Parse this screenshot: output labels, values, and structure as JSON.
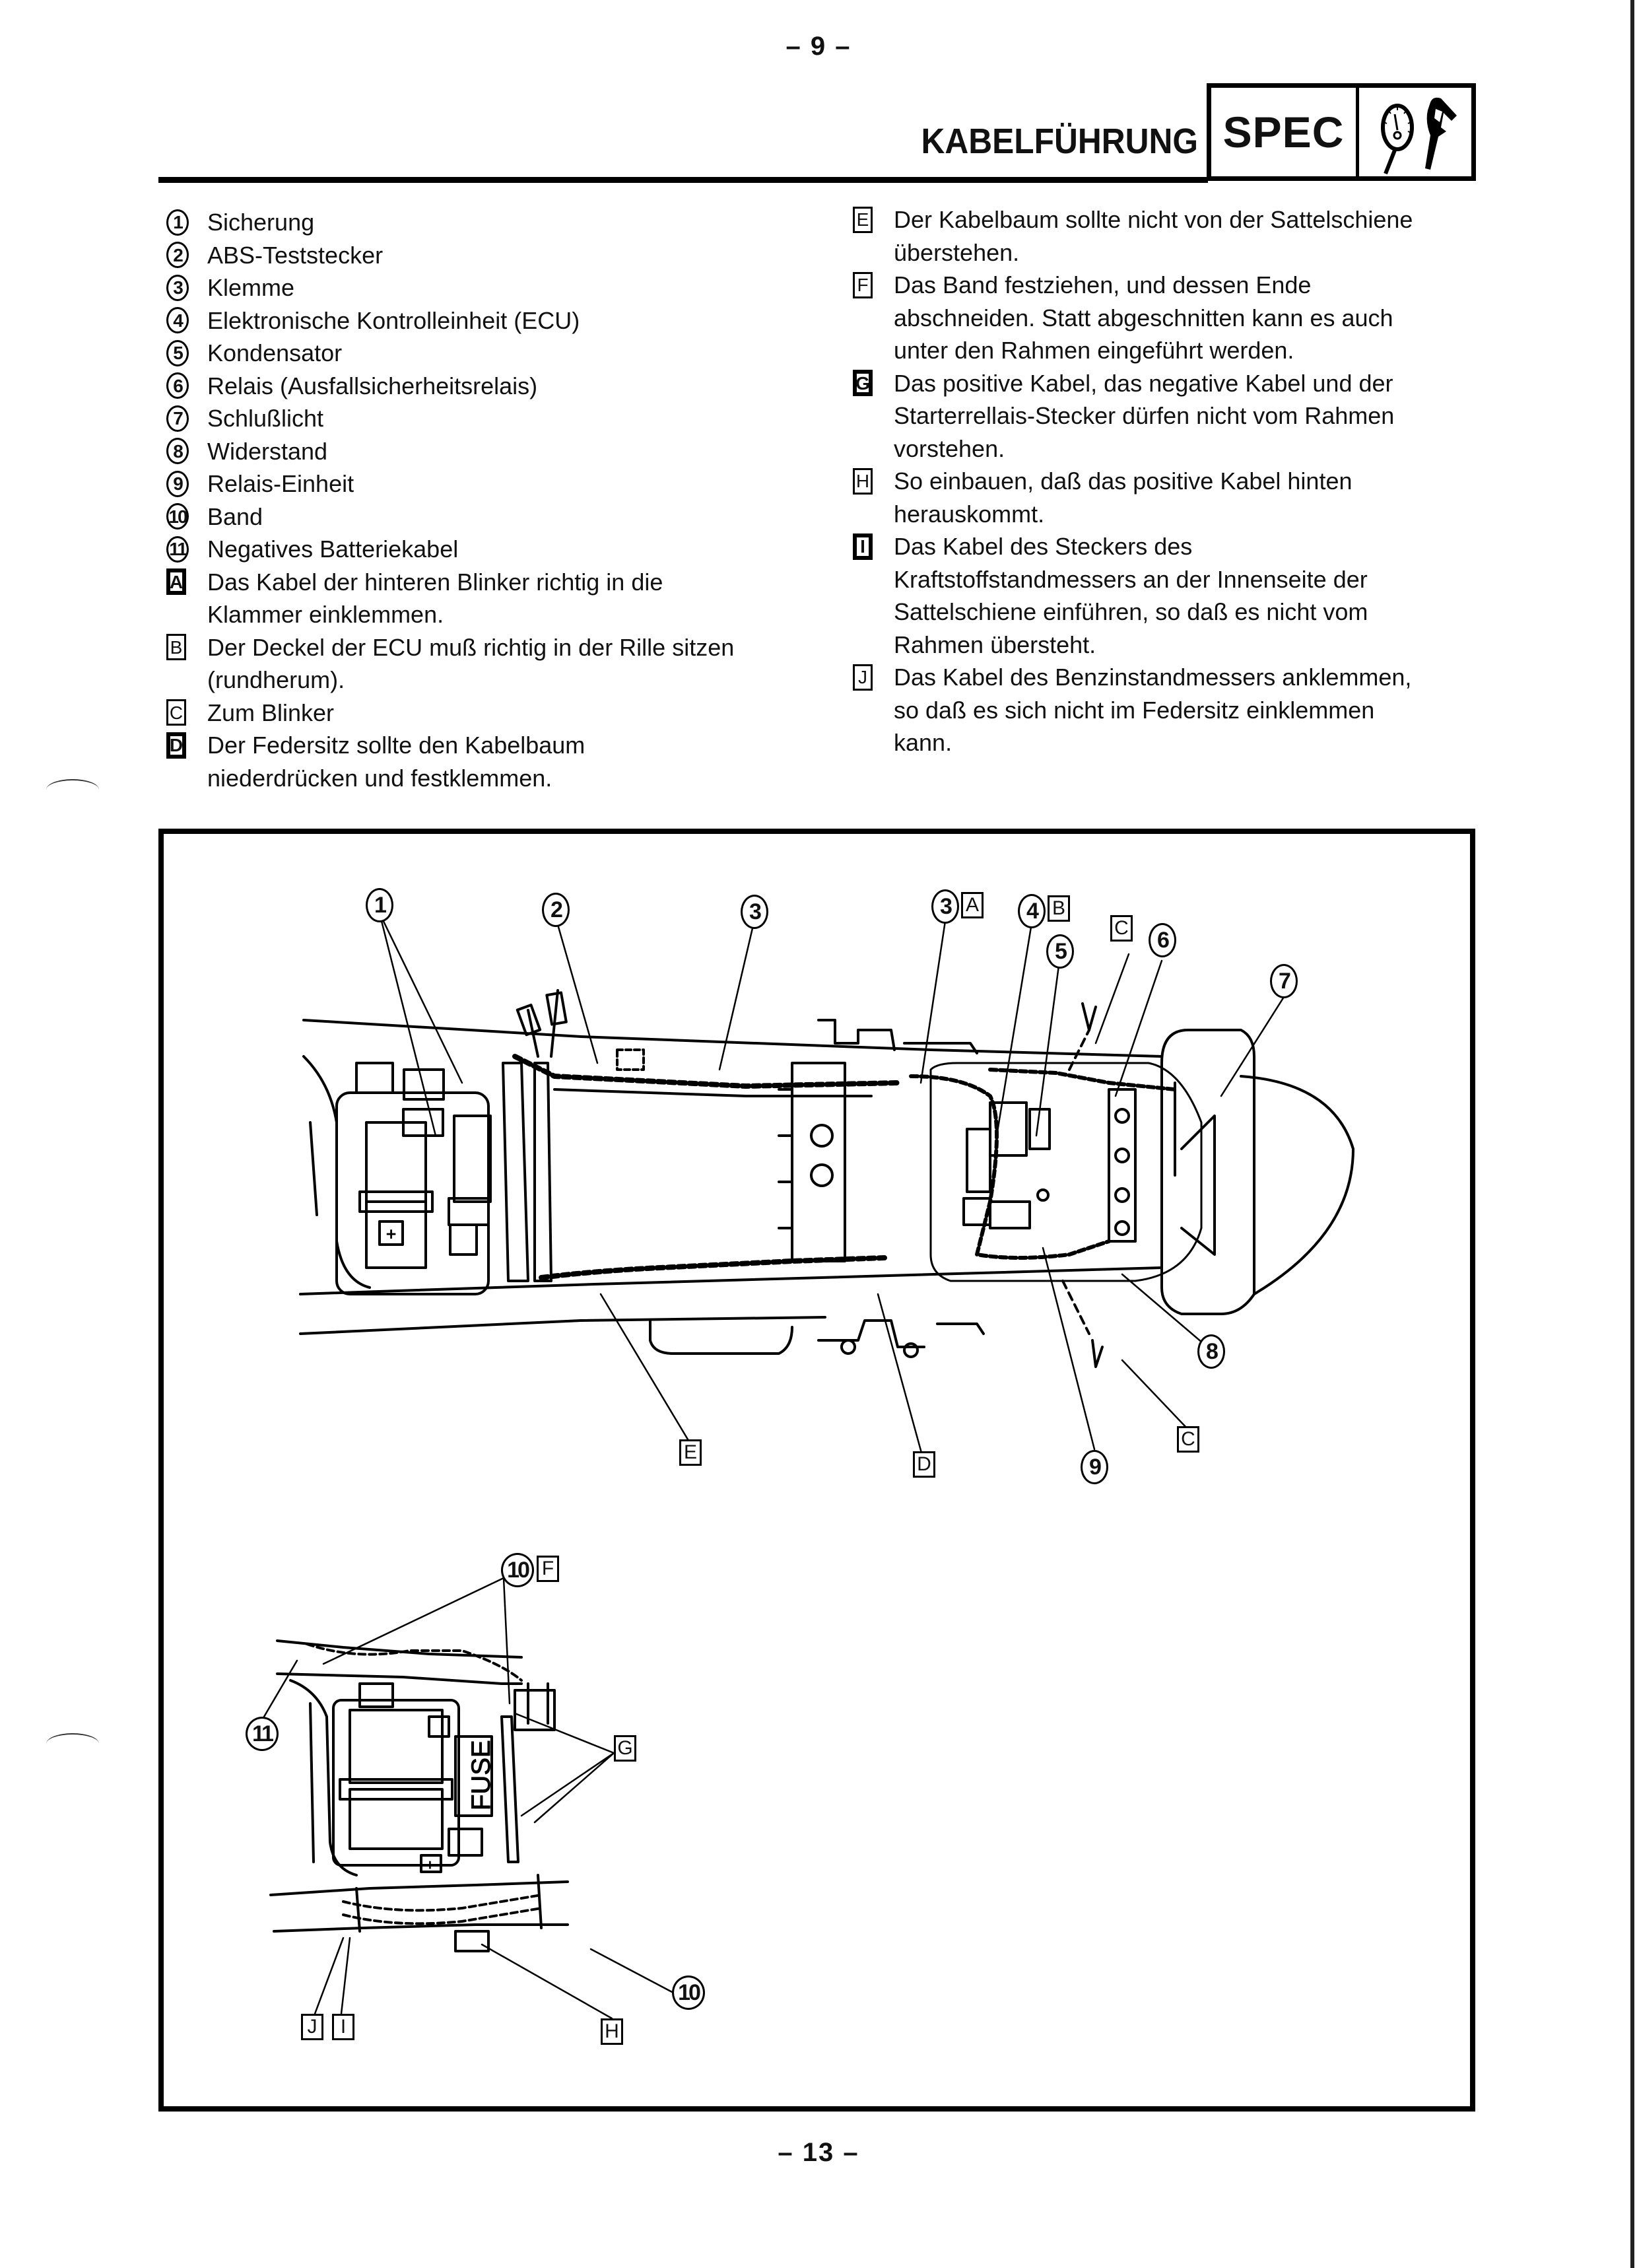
{
  "page": {
    "number_top": "– 9 –",
    "number_bottom": "– 13 –"
  },
  "header": {
    "title": "KABELFÜHRUNG",
    "badge_label": "SPEC",
    "badge_icon": "gauge-and-caliper-icon"
  },
  "legend_left": [
    {
      "marker": "1",
      "type": "circle",
      "text": "Sicherung"
    },
    {
      "marker": "2",
      "type": "circle",
      "text": "ABS-Teststecker"
    },
    {
      "marker": "3",
      "type": "circle",
      "text": "Klemme"
    },
    {
      "marker": "4",
      "type": "circle",
      "text": "Elektronische Kontrolleinheit (ECU)"
    },
    {
      "marker": "5",
      "type": "circle",
      "text": "Kondensator"
    },
    {
      "marker": "6",
      "type": "circle",
      "text": "Relais (Ausfallsicherheitsrelais)"
    },
    {
      "marker": "7",
      "type": "circle",
      "text": "Schlußlicht"
    },
    {
      "marker": "8",
      "type": "circle",
      "text": "Widerstand"
    },
    {
      "marker": "9",
      "type": "circle",
      "text": "Relais-Einheit"
    },
    {
      "marker": "10",
      "type": "circle",
      "text": "Band"
    },
    {
      "marker": "11",
      "type": "circle",
      "text": "Negatives Batteriekabel"
    },
    {
      "marker": "A",
      "type": "square-bold",
      "text": "Das Kabel der hinteren Blinker richtig in die Klammer einklemmen."
    },
    {
      "marker": "B",
      "type": "square",
      "text": "Der Deckel der ECU muß richtig in der Rille sitzen (rundherum)."
    },
    {
      "marker": "C",
      "type": "square",
      "text": "Zum Blinker"
    },
    {
      "marker": "D",
      "type": "square-bold",
      "text": "Der Federsitz sollte den Kabelbaum niederdrücken und festklemmen."
    }
  ],
  "legend_left_lines": {
    "A": [
      "Das Kabel der hinteren Blinker richtig in die",
      "Klammer einklemmen."
    ],
    "B": [
      "Der Deckel der ECU muß richtig in der Rille sitzen",
      "(rundherum)."
    ],
    "D": [
      "Der Federsitz sollte den Kabelbaum",
      "niederdrücken und festklemmen."
    ]
  },
  "legend_right": [
    {
      "marker": "E",
      "type": "square",
      "lines": [
        "Der Kabelbaum sollte nicht von der Sattelschiene",
        "überstehen."
      ]
    },
    {
      "marker": "F",
      "type": "square",
      "lines": [
        "Das Band festziehen, und dessen Ende",
        "abschneiden. Statt abgeschnitten kann es auch",
        "unter den Rahmen eingeführt werden."
      ]
    },
    {
      "marker": "G",
      "type": "square-bold",
      "lines": [
        "Das positive Kabel, das negative Kabel und der",
        "Starterrellais-Stecker dürfen nicht vom Rahmen",
        "vorstehen."
      ]
    },
    {
      "marker": "H",
      "type": "square",
      "lines": [
        "So einbauen, daß das positive Kabel hinten",
        "herauskommt."
      ]
    },
    {
      "marker": "I",
      "type": "square-bold",
      "lines": [
        "Das Kabel des Steckers des",
        "Kraftstoffstandmessers an der Innenseite der",
        "Sattelschiene einführen, so daß es nicht vom",
        "Rahmen übersteht."
      ]
    },
    {
      "marker": "J",
      "type": "square",
      "lines": [
        "Das Kabel des Benzinstandmessers anklemmen,",
        "so daß es sich nicht im Federsitz einklemmen",
        "kann."
      ]
    }
  ],
  "diagram": {
    "main_view_callouts": [
      {
        "id": "1",
        "type": "circle"
      },
      {
        "id": "2",
        "type": "circle"
      },
      {
        "id": "3",
        "type": "circle"
      },
      {
        "id": "3",
        "type": "circle",
        "paired_with": "A"
      },
      {
        "id": "4",
        "type": "circle",
        "paired_with": "B"
      },
      {
        "id": "5",
        "type": "circle"
      },
      {
        "id": "C",
        "type": "square"
      },
      {
        "id": "6",
        "type": "circle"
      },
      {
        "id": "7",
        "type": "circle"
      },
      {
        "id": "8",
        "type": "circle"
      },
      {
        "id": "E",
        "type": "square"
      },
      {
        "id": "D",
        "type": "square"
      },
      {
        "id": "9",
        "type": "circle"
      },
      {
        "id": "C",
        "type": "square"
      }
    ],
    "detail_view_callouts": [
      {
        "id": "10",
        "type": "circle",
        "paired_with": "F"
      },
      {
        "id": "11",
        "type": "circle"
      },
      {
        "id": "G",
        "type": "square"
      },
      {
        "id": "10",
        "type": "circle"
      },
      {
        "id": "J",
        "type": "square"
      },
      {
        "id": "I",
        "type": "square"
      },
      {
        "id": "H",
        "type": "square"
      }
    ],
    "fuse_label": "FUSE",
    "battery_plus": "+"
  },
  "labels": {
    "c1": "1",
    "c2": "2",
    "c3": "3",
    "c3a": "3",
    "a": "A",
    "c4": "4",
    "b": "B",
    "c5": "5",
    "c": "C",
    "c6": "6",
    "c7": "7",
    "c8": "8",
    "e": "E",
    "d": "D",
    "c9": "9",
    "c_low": "C",
    "c10f": "10",
    "f": "F",
    "c11": "11",
    "g": "G",
    "c10b": "10",
    "j": "J",
    "i": "I",
    "h": "H"
  }
}
